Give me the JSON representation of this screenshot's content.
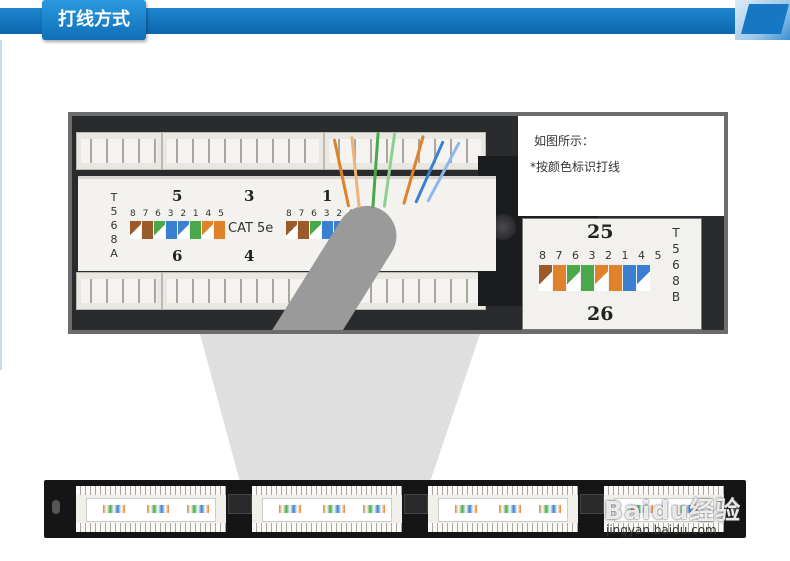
{
  "header": {
    "title": "打线方式"
  },
  "caption": {
    "line1": "如图所示：",
    "line2": "*按颜色标识打线"
  },
  "photo_labels": {
    "top_numbers": [
      "5",
      "3",
      "1"
    ],
    "bottom_numbers": [
      "6",
      "4"
    ],
    "pin_order": "8 7 6 3 2 1 4 5",
    "cat_label": "CAT 5e",
    "standard_a": [
      "T",
      "5",
      "6",
      "8",
      "A"
    ],
    "standard_b_partial": [
      "8",
      "B"
    ]
  },
  "inset": {
    "top_number": "25",
    "bottom_number": "26",
    "pin_order": "8 7 6 3 2 1 4 5",
    "standard_b": [
      "T",
      "5",
      "6",
      "8",
      "B"
    ]
  },
  "watermark": {
    "logo": "Baidu经验",
    "url": "jingyan.baidu.com"
  },
  "colors": {
    "ribbon": "#0d6fb8",
    "orange": "#e0822a",
    "green": "#4aa74a",
    "blue": "#3a7fd0",
    "brown": "#9a5a2a"
  }
}
